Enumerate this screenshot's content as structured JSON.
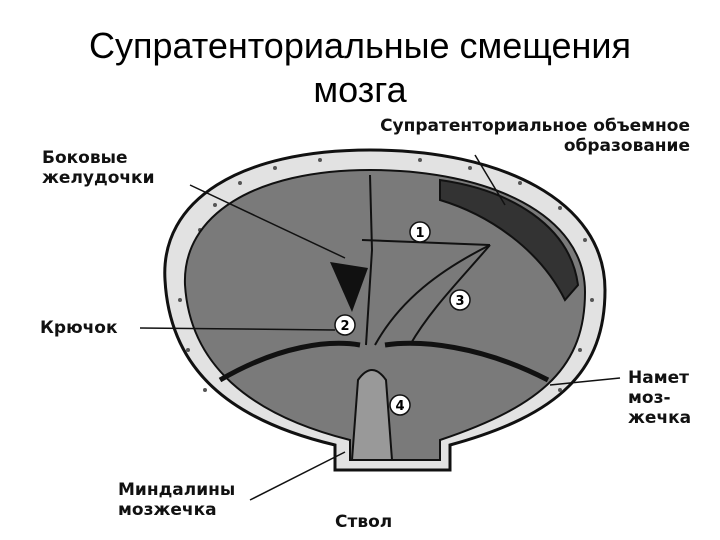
{
  "title": {
    "line1": "Супратенториальные смещения",
    "line2": "мозга"
  },
  "labels": {
    "mass": {
      "line1": "Супратенториальное объемное",
      "line2": "образование"
    },
    "ventricles": {
      "line1": "Боковые",
      "line2": "желудочки"
    },
    "hook": "Крючок",
    "tentorium": {
      "line1": "Намет",
      "line2": "моз-",
      "line3": "жечка"
    },
    "tonsils": {
      "line1": "Миндалины",
      "line2": "мозжечка"
    },
    "stem": "Ствол"
  },
  "markers": [
    "1",
    "2",
    "3",
    "4"
  ],
  "colors": {
    "ink": "#111111",
    "tissue": "#7a7a7a",
    "bone": "#e2e2e2",
    "background": "#ffffff"
  }
}
